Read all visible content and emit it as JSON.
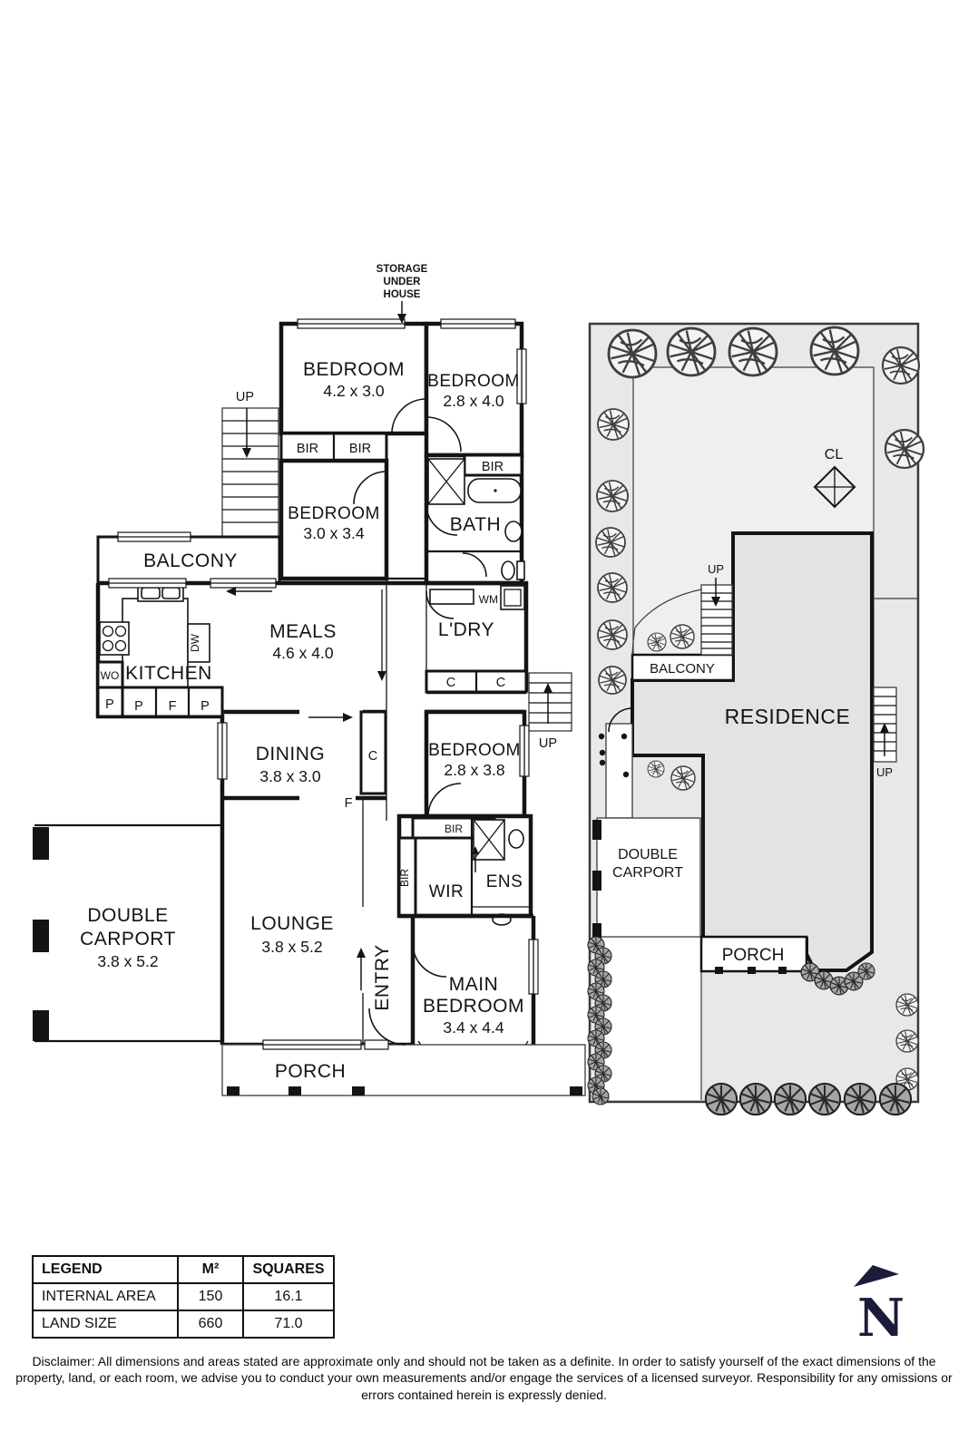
{
  "floor_plan": {
    "storage_note": {
      "l1": "STORAGE",
      "l2": "UNDER",
      "l3": "HOUSE"
    },
    "bedroom1": {
      "name": "BEDROOM",
      "dims": "4.2 x 3.0"
    },
    "bedroom2": {
      "name": "BEDROOM",
      "dims": "2.8 x 4.0"
    },
    "bedroom3": {
      "name": "BEDROOM",
      "dims": "3.0 x 3.4"
    },
    "bedroom4": {
      "name": "BEDROOM",
      "dims": "2.8 x 3.8"
    },
    "main_bedroom": {
      "l1": "MAIN",
      "l2": "BEDROOM",
      "dims": "3.4 x 4.4"
    },
    "bath": "BATH",
    "balcony": "BALCONY",
    "kitchen": "KITCHEN",
    "meals": {
      "name": "MEALS",
      "dims": "4.6 x 4.0"
    },
    "laundry": "L'DRY",
    "dining": {
      "name": "DINING",
      "dims": "3.8 x 3.0"
    },
    "lounge": {
      "name": "LOUNGE",
      "dims": "3.8 x 5.2"
    },
    "carport": {
      "l1": "DOUBLE",
      "l2": "CARPORT",
      "dims": "3.8 x 5.2"
    },
    "entry": "ENTRY",
    "porch": "PORCH",
    "wir": "WIR",
    "ens": "ENS",
    "tags": {
      "up": "UP",
      "bir": "BIR",
      "wm": "WM",
      "dw": "DW",
      "wo": "WO",
      "c": "C",
      "f": "F",
      "p": "P"
    }
  },
  "site_plan": {
    "residence": "RESIDENCE",
    "balcony": "BALCONY",
    "carport": {
      "l1": "DOUBLE",
      "l2": "CARPORT"
    },
    "porch": "PORCH",
    "cl": "CL",
    "up": "UP"
  },
  "legend": {
    "headers": [
      "LEGEND",
      "M²",
      "SQUARES"
    ],
    "rows": [
      [
        "INTERNAL AREA",
        "150",
        "16.1"
      ],
      [
        "LAND SIZE",
        "660",
        "71.0"
      ]
    ]
  },
  "north_label": "N",
  "disclaimer": "Disclaimer: All dimensions and areas stated are approximate only and should not be taken as a definite. In order to satisfy yourself of the exact dimensions of the property, land, or each room, we advise you to conduct your own measurements and/or engage the services of a licensed surveyor. Responsibility for any omissions or errors contained herein is expressly denied."
}
